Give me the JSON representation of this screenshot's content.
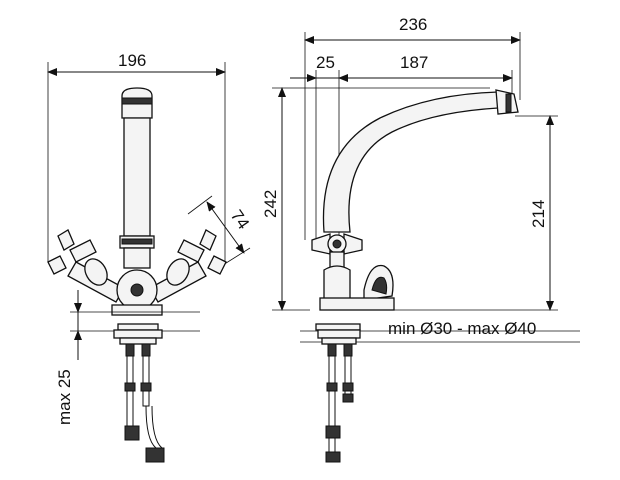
{
  "dimensions": {
    "front_width": "196",
    "lever_length": "74",
    "max_thickness": "max 25",
    "side_width": "236",
    "spout_offset": "25",
    "spout_reach": "187",
    "total_height": "242",
    "spout_height": "214",
    "hole_diameter": "min Ø30 - max Ø40"
  },
  "colors": {
    "line": "#111111",
    "fill": "#f4f4f4",
    "accent": "#333333"
  }
}
